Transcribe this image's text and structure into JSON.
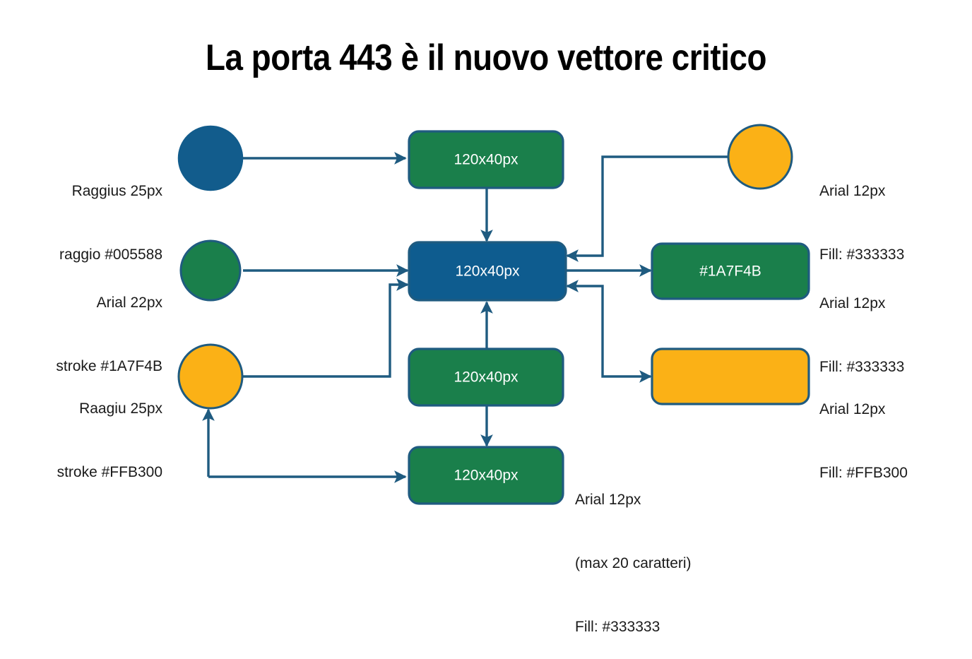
{
  "page": {
    "title": "La porta 443 è il nuovo vettore critico",
    "background": "#ffffff"
  },
  "theme": {
    "stroke": "#1F5B80",
    "blue_fill": "#0E5C8F",
    "green_fill": "#1A7F4B",
    "amber_fill": "#FBB116",
    "circle_blue_fill": "#125C8C",
    "node_text": "#ffffff",
    "annotation_text": "#333333"
  },
  "nodes": {
    "circle_blue": {
      "label": "",
      "shape": "circle",
      "fill": "#125C8C"
    },
    "circle_green": {
      "label": "",
      "shape": "circle",
      "fill": "#1A7F4B"
    },
    "circle_amber": {
      "label": "",
      "shape": "circle",
      "fill": "#FBB116"
    },
    "box_top_center": {
      "label": "120x40px",
      "shape": "rounded-rect",
      "fill": "#1A7F4B"
    },
    "box_hub": {
      "label": "120x40px",
      "shape": "rounded-rect",
      "fill": "#0E5C8F"
    },
    "box_mid_center": {
      "label": "120x40px",
      "shape": "rounded-rect",
      "fill": "#1A7F4B"
    },
    "box_bottom_center": {
      "label": "120x40px",
      "shape": "rounded-rect",
      "fill": "#1A7F4B"
    },
    "box_right_green": {
      "label": "#1A7F4B",
      "shape": "rounded-rect",
      "fill": "#1A7F4B"
    },
    "box_right_amber": {
      "label": "",
      "shape": "rounded-rect",
      "fill": "#FBB116"
    }
  },
  "annotations": {
    "left_top": {
      "line1": "Raggius 25px",
      "line2": "raggio #005588"
    },
    "left_middle": {
      "line1": "Arial 22px",
      "line2": "stroke #1A7F4B"
    },
    "left_bottom": {
      "line1": "Raagiu 25px",
      "line2": "stroke #FFB300"
    },
    "right_top": {
      "line1": "Arial 12px",
      "line2": "Fill: #333333"
    },
    "right_middle": {
      "line1": "Arial 12px",
      "line2": "Fill: #333333"
    },
    "right_bottom": {
      "line1": "Arial 12px",
      "line2": "Fill: #FFB300"
    },
    "bottom_center": {
      "line1": "Arial 12px",
      "line2": "(max 20 caratteri)",
      "line3": "Fill: #333333"
    }
  }
}
